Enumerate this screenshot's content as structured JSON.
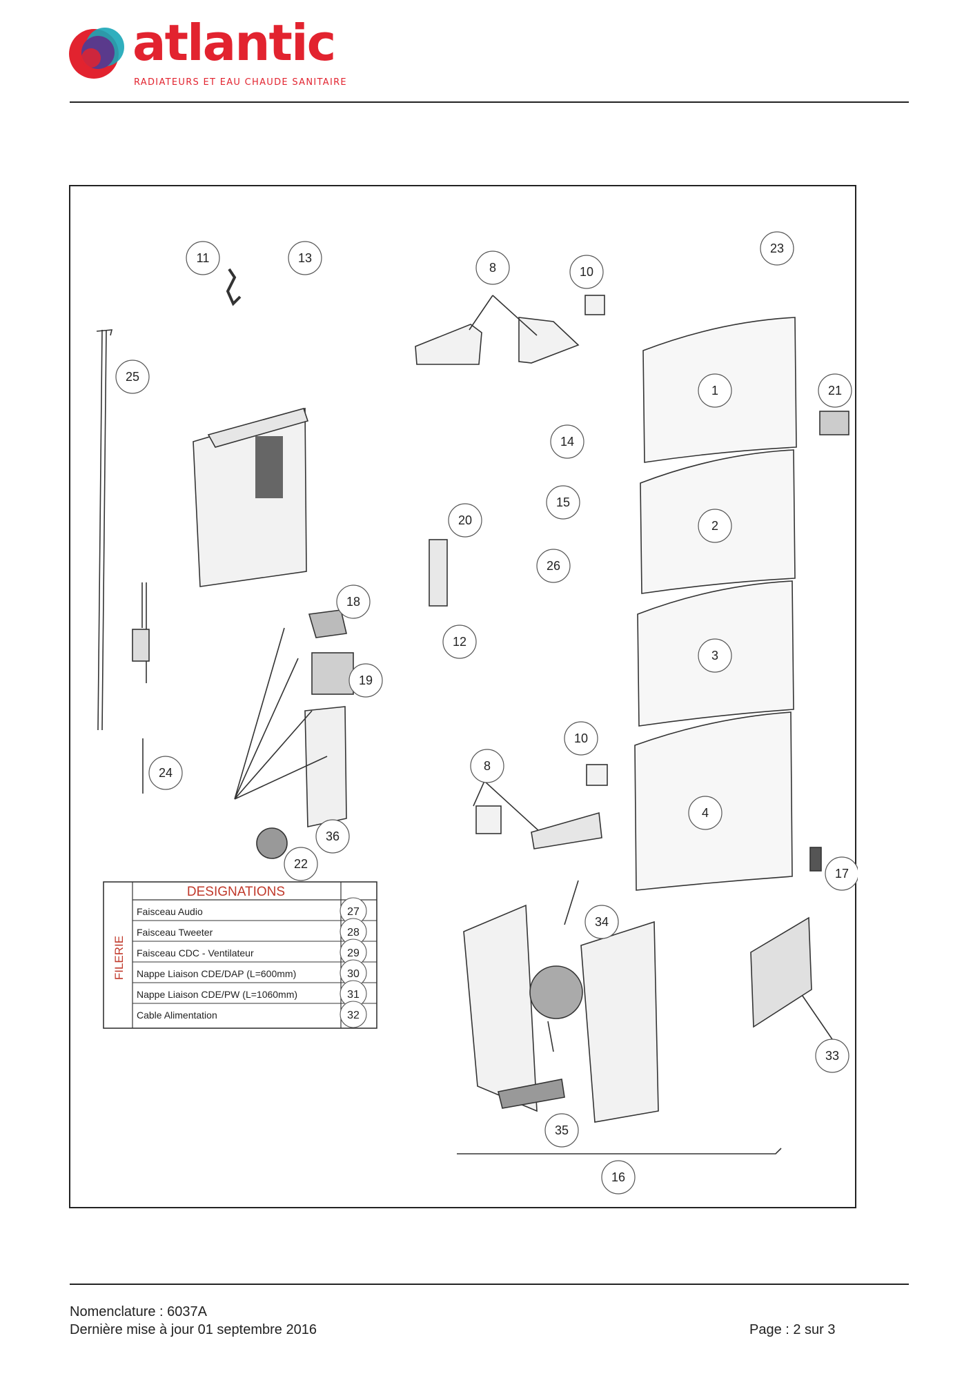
{
  "header": {
    "brand": "atlantic",
    "tagline": "RADIATEURS ET EAU CHAUDE SANITAIRE",
    "colors": {
      "brand_red": "#e2232f",
      "logo_purple": "#5a3a8c",
      "logo_teal": "#1aa6b7"
    }
  },
  "diagram": {
    "callouts": [
      "11",
      "13",
      "8",
      "10",
      "23",
      "25",
      "1",
      "21",
      "14",
      "20",
      "15",
      "2",
      "26",
      "18",
      "12",
      "3",
      "19",
      "10",
      "8",
      "24",
      "4",
      "36",
      "22",
      "17",
      "34",
      "33",
      "35",
      "16"
    ],
    "designations_table": {
      "title": "DESIGNATIONS",
      "group_label": "FILERIE",
      "rows": [
        {
          "label": "Faisceau Audio",
          "ref": "27"
        },
        {
          "label": "Faisceau Tweeter",
          "ref": "28"
        },
        {
          "label": "Faisceau CDC - Ventilateur",
          "ref": "29"
        },
        {
          "label": "Nappe Liaison CDE/DAP (L=600mm)",
          "ref": "30"
        },
        {
          "label": "Nappe Liaison CDE/PW (L=1060mm)",
          "ref": "31"
        },
        {
          "label": "Cable Alimentation",
          "ref": "32"
        }
      ]
    }
  },
  "footer": {
    "nomenclature": "Nomenclature : 6037A",
    "updated": "Dernière mise à jour 01 septembre 2016",
    "page": "Page : 2 sur 3"
  }
}
